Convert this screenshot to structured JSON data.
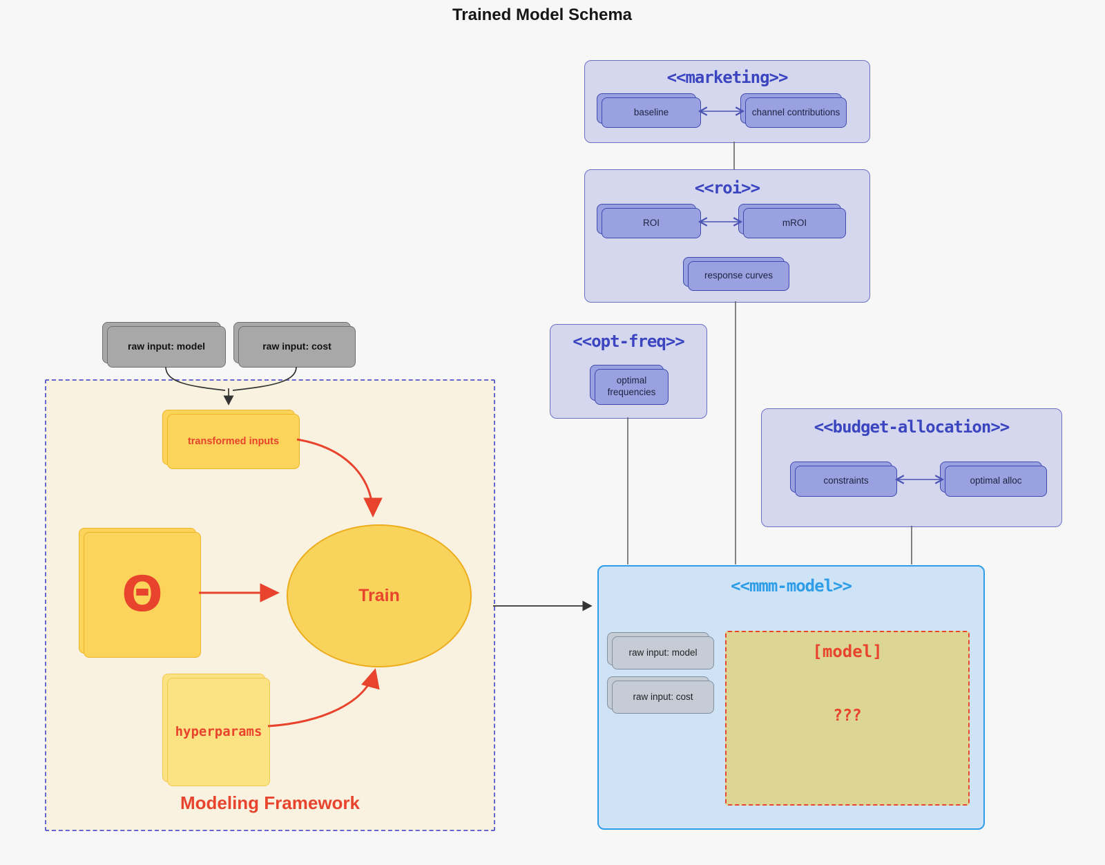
{
  "page_title": "Trained Model Schema",
  "colors": {
    "canvas_bg": "#f7f7f8",
    "container_fill": "#d4d7ee",
    "container_border": "#6a70c4",
    "container_title": "#3b45c0",
    "node_fill": "#99a1e0",
    "node_border": "#4049ae",
    "mmm_fill": "#cfe3f6",
    "mmm_accent": "#2e9de8",
    "model_box_fill": "#ddd593",
    "red_accent": "#e8432c",
    "framework_fill": "#f9f2e0",
    "framework_border": "#6366cf",
    "yellow_fill": "#fcd45c",
    "pale_yellow_fill": "#fbe384",
    "gray_fill": "#a8a8a8"
  },
  "external_inputs": {
    "raw_model": "raw input: model",
    "raw_cost": "raw input: cost"
  },
  "framework": {
    "label": "Modeling Framework",
    "transformed_inputs": "transformed inputs",
    "theta": "Θ",
    "train": "Train",
    "hyperparams": "hyperparams"
  },
  "marketing": {
    "title": "<<marketing>>",
    "baseline": "baseline",
    "channel_contributions": "channel contributions"
  },
  "roi": {
    "title": "<<roi>>",
    "roi": "ROI",
    "mroi": "mROI",
    "response_curves": "response curves"
  },
  "opt_freq": {
    "title": "<<opt-freq>>",
    "optimal_frequencies": "optimal frequencies"
  },
  "budget_allocation": {
    "title": "<<budget-allocation>>",
    "constraints": "constraints",
    "optimal_alloc": "optimal alloc"
  },
  "mmm_model": {
    "title": "<<mmm-model>>",
    "raw_model": "raw input: model",
    "raw_cost": "raw input: cost",
    "model_tag": "[model]",
    "unknown": "???"
  }
}
